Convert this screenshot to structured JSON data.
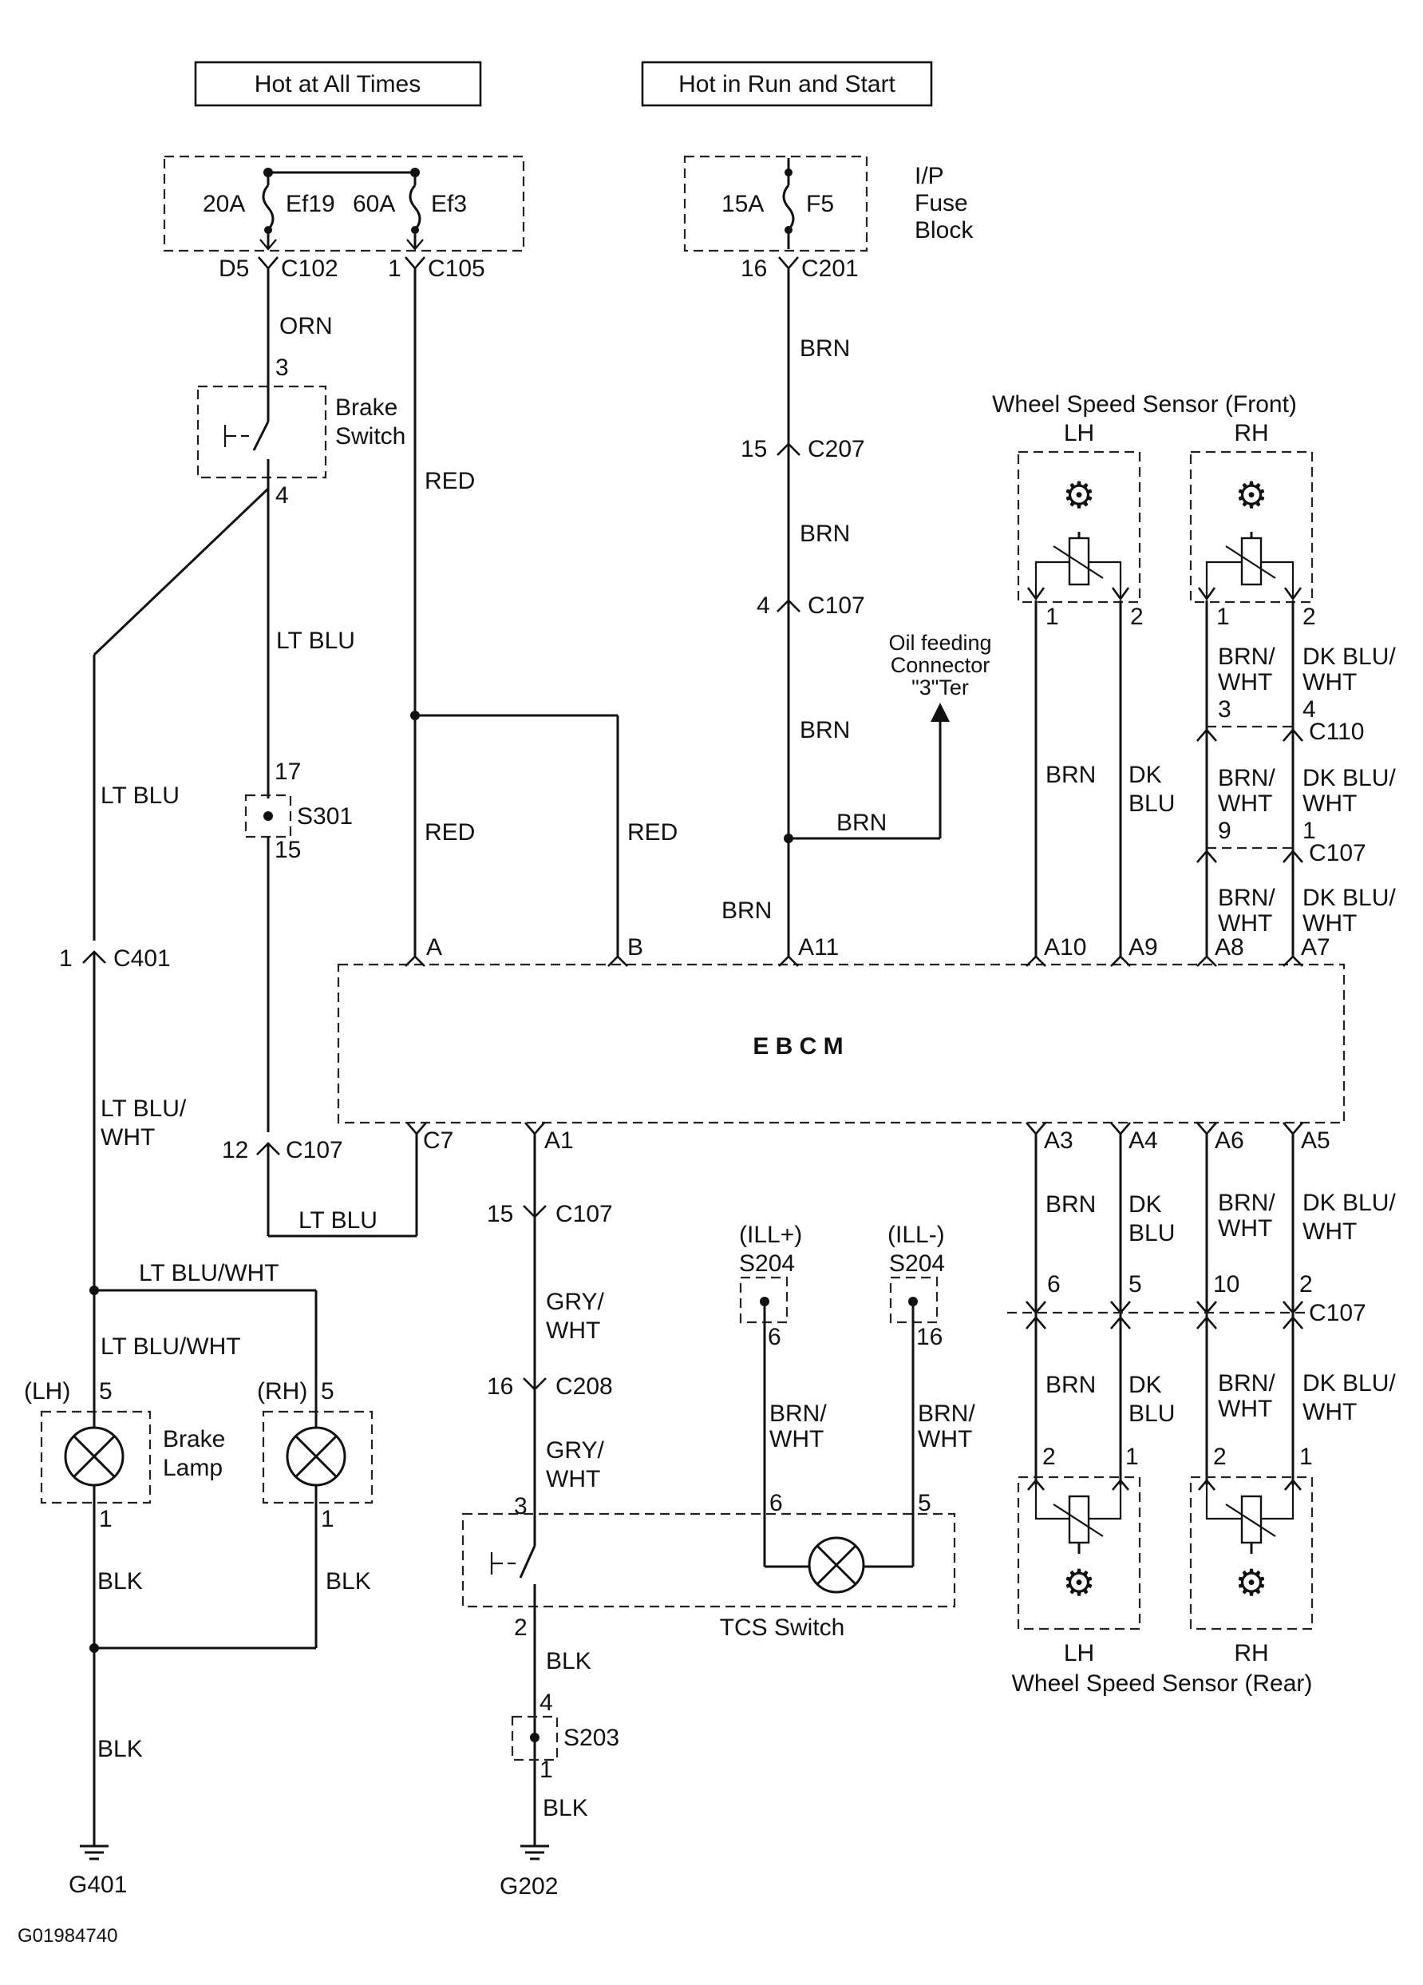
{
  "headers": {
    "hot_all_times": "Hot at All Times",
    "hot_run_start": "Hot in Run and Start"
  },
  "fuses": {
    "ef19_amp": "20A",
    "ef19": "Ef19",
    "ef3_amp": "60A",
    "ef3": "Ef3",
    "f5_amp": "15A",
    "f5": "F5",
    "ip_fuse_block": [
      "I/P",
      "Fuse",
      "Block"
    ]
  },
  "connectors": {
    "c102_pin": "D5",
    "c102": "C102",
    "c105_pin": "1",
    "c105": "C105",
    "c201_pin": "16",
    "c201": "C201",
    "c207_pin": "15",
    "c207": "C207",
    "c107_a_pin": "4",
    "c107_a": "C107",
    "c401_pin": "1",
    "c401": "C401",
    "c107_b_pin": "12",
    "c107_b": "C107",
    "c107_c_pin": "15",
    "c107_c": "C107",
    "c208_pin": "16",
    "c208": "C208",
    "c110": "C110",
    "c110_pin3": "3",
    "c110_pin4": "4",
    "c107_front_pin9": "9",
    "c107_front_pin1": "1",
    "c107_front": "C107",
    "c107_rear": "C107",
    "c107_rear_pins": [
      "6",
      "5",
      "10",
      "2"
    ]
  },
  "wires": {
    "orn": "ORN",
    "red": "RED",
    "lt_blu": "LT BLU",
    "brn": "BRN",
    "lt_blu_wht": "LT BLU/WHT",
    "lt_blu_wht_split": [
      "LT BLU/",
      "WHT"
    ],
    "gry_wht": [
      "GRY/",
      "WHT"
    ],
    "blk": "BLK",
    "brn_wht": [
      "BRN/",
      "WHT"
    ],
    "dk_blu": [
      "DK",
      "BLU"
    ],
    "dk_blu_wht": [
      "DK BLU/",
      "WHT"
    ]
  },
  "components": {
    "brake_switch": [
      "Brake",
      "Switch"
    ],
    "brake_lamp": [
      "Brake",
      "Lamp"
    ],
    "ebcm": "E B C M",
    "tcs_switch": "TCS Switch",
    "oil_feeding": [
      "Oil feeding",
      "Connector",
      "\"3\"Ter"
    ],
    "wss_front": "Wheel Speed Sensor (Front)",
    "wss_rear": "Wheel Speed Sensor (Rear)",
    "lh": "LH",
    "rh": "RH",
    "lamp_lh": "(LH)",
    "lamp_rh": "(RH)"
  },
  "splices": {
    "s301": "S301",
    "s301_in": "17",
    "s301_out": "15",
    "s203": "S203",
    "s203_in": "4",
    "s203_out": "1",
    "s204_ill_plus": "(ILL+)",
    "s204_ill_minus": "(ILL-)",
    "s204": "S204",
    "s204_pin_plus": "6",
    "s204_pin_minus": "16"
  },
  "pins": {
    "brake_switch_in": "3",
    "brake_switch_out": "4",
    "ebcm_a": "A",
    "ebcm_b": "B",
    "ebcm_a11": "A11",
    "ebcm_a10": "A10",
    "ebcm_a9": "A9",
    "ebcm_a8": "A8",
    "ebcm_a7": "A7",
    "ebcm_c7": "C7",
    "ebcm_a1": "A1",
    "ebcm_a3": "A3",
    "ebcm_a4": "A4",
    "ebcm_a6": "A6",
    "ebcm_a5": "A5",
    "lamp_in": "5",
    "lamp_out": "1",
    "tcs_in": "3",
    "tcs_out": "2",
    "tcs_lamp_6": "6",
    "tcs_lamp_5": "5",
    "sensor_1": "1",
    "sensor_2": "2"
  },
  "grounds": {
    "g401": "G401",
    "g202": "G202"
  },
  "footer": {
    "id": "G01984740"
  }
}
